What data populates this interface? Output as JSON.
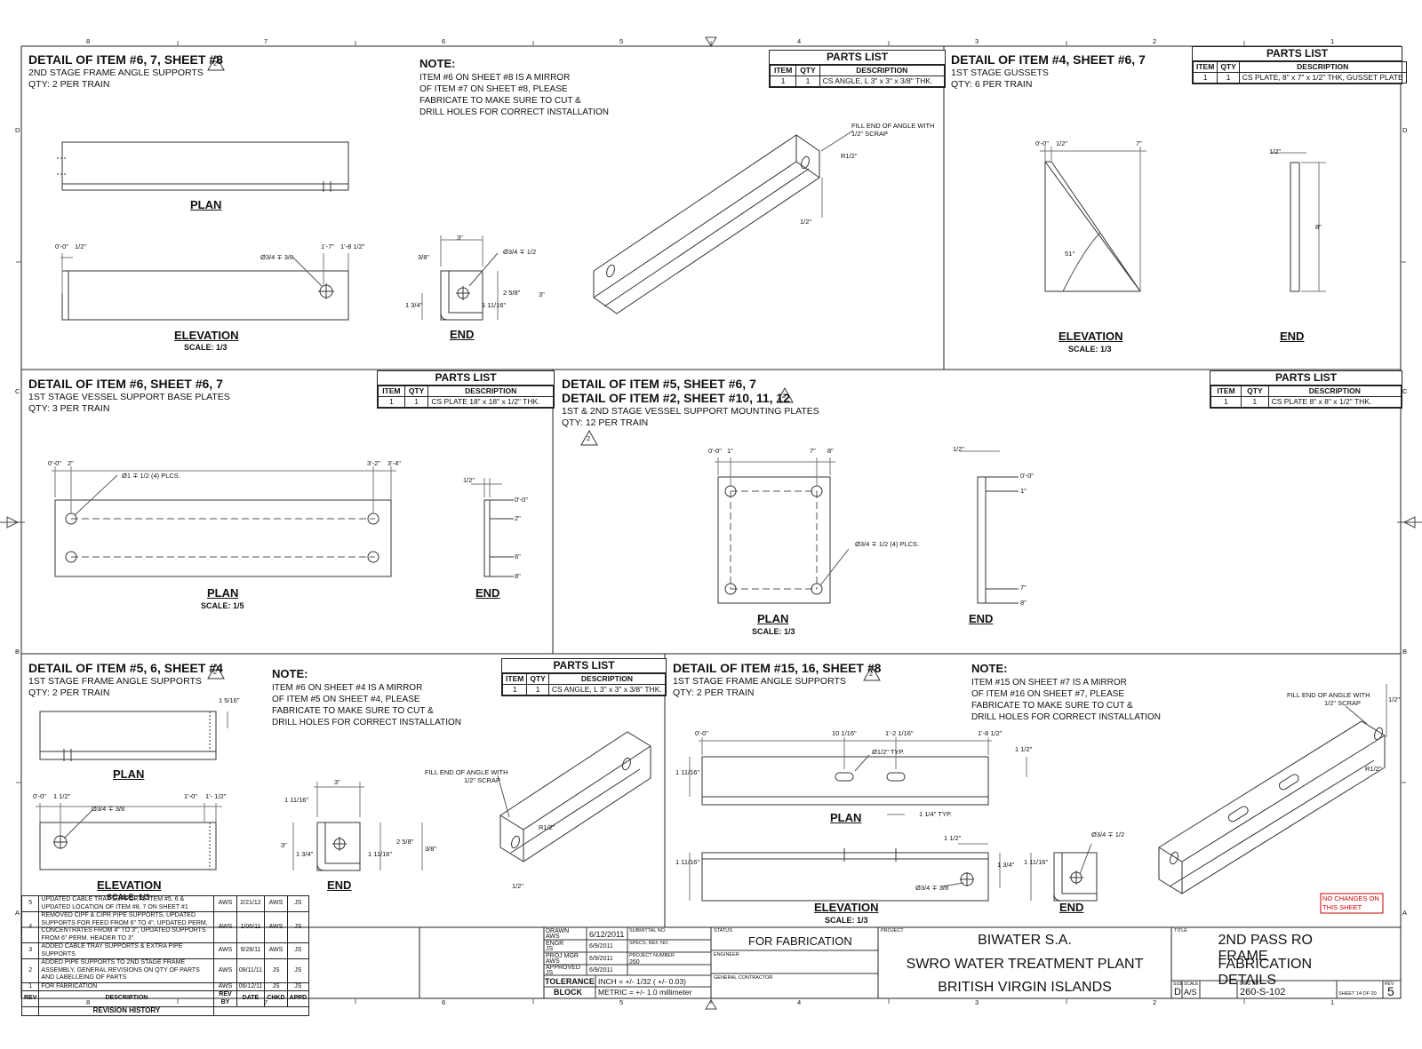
{
  "grid": {
    "top_cols": [
      "8",
      "7",
      "6",
      "5",
      "4",
      "3",
      "2",
      "1"
    ],
    "bottom_cols": [
      "8",
      "7",
      "6",
      "5",
      "4",
      "3",
      "2",
      "1"
    ],
    "rows": [
      "D",
      "C",
      "B",
      "A"
    ]
  },
  "d1": {
    "title": "DETAIL OF ITEM #6, 7, SHEET #8",
    "rev": "2",
    "line1": "2ND STAGE FRAME ANGLE SUPPORTS",
    "line2": "QTY: 2 PER TRAIN",
    "plan": "PLAN",
    "elevation": "ELEVATION",
    "scale": "SCALE: 1/3",
    "end": "END",
    "note_title": "NOTE:",
    "note": [
      "ITEM #6 ON SHEET #8 IS A MIRROR",
      "OF ITEM #7 ON SHEET #8, PLEASE",
      "FABRICATE TO MAKE SURE TO CUT &",
      "DRILL HOLES FOR CORRECT INSTALLATION"
    ],
    "parts": {
      "title": "PARTS LIST",
      "h_item": "ITEM",
      "h_qty": "QTY",
      "h_desc": "DESCRIPTION",
      "item": "1",
      "qty": "1",
      "desc": "CS ANGLE,  L 3\" x 3\" x 3/8\" THK."
    },
    "dims": {
      "a": "0'-0\"",
      "b": "1/2\"",
      "c": "1'-7\"",
      "d": "1'-8 1/2\"",
      "hole": "Ø3/4 ∓ 3/8",
      "e": "3\"",
      "f": "3/8\"",
      "g": "Ø3/4 ∓ 1/2",
      "h": "2 5/8\"",
      "i": "3\"",
      "j": "1 3/4\"",
      "k": "1 11/16\"",
      "fill": "FILL END OF ANGLE WITH",
      "fill2": "1/2\" SCRAP",
      "r": "R1/2\"",
      "t": "1/2\""
    }
  },
  "d2": {
    "title": "DETAIL OF ITEM #4, SHEET #6, 7",
    "line1": "1ST STAGE GUSSETS",
    "line2": "QTY: 6 PER TRAIN",
    "elevation": "ELEVATION",
    "scale": "SCALE: 1/3",
    "end": "END",
    "parts": {
      "title": "PARTS LIST",
      "h_item": "ITEM",
      "h_qty": "QTY",
      "h_desc": "DESCRIPTION",
      "item": "1",
      "qty": "1",
      "desc": "CS PLATE, 8\" x 7\" x 1/2\" THK, GUSSET PLATE"
    },
    "dims": {
      "a": "0'-0\"",
      "b": "1/2\"",
      "c": "7\"",
      "ang": "51°",
      "d": "1/2\"",
      "e": "8\""
    }
  },
  "d3": {
    "title": "DETAIL OF ITEM #6, SHEET #6, 7",
    "line1": "1ST STAGE VESSEL  SUPPORT BASE PLATES",
    "line2": "QTY: 3 PER TRAIN",
    "plan": "PLAN",
    "scale": "SCALE: 1/5",
    "end": "END",
    "parts": {
      "title": "PARTS LIST",
      "h_item": "ITEM",
      "h_qty": "QTY",
      "h_desc": "DESCRIPTION",
      "item": "1",
      "qty": "1",
      "desc": "CS PLATE 18\" x 18\" x 1/2\" THK."
    },
    "dims": {
      "a": "0'-0\"",
      "b": "2\"",
      "c": "3'-2\"",
      "d": "3'-4\"",
      "hole": "Ø1 ∓ 1/2 (4) PLCS.",
      "t": "1/2\"",
      "e": "0'-0\"",
      "f": "2\"",
      "g": "6\"",
      "h": "8\""
    }
  },
  "d4": {
    "title": "DETAIL OF ITEM #5, SHEET #6, 7",
    "title2": "DETAIL OF ITEM #2, SHEET #10, 11, 12",
    "rev": "2",
    "line1": "1ST & 2ND STAGE VESSEL  SUPPORT MOUNTING PLATES",
    "line2": "QTY: 12 PER TRAIN",
    "plan": "PLAN",
    "scale": "SCALE: 1/3",
    "end": "END",
    "parts": {
      "title": "PARTS LIST",
      "h_item": "ITEM",
      "h_qty": "QTY",
      "h_desc": "DESCRIPTION",
      "item": "1",
      "qty": "1",
      "desc": "CS PLATE 8\" x 8\" x 1/2\" THK."
    },
    "dims": {
      "a": "0'-0\"",
      "b": "1\"",
      "c": "7\"",
      "d": "8\"",
      "hole": "Ø3/4 ∓ 1/2 (4) PLCS.",
      "t": "1/2\"",
      "e": "0'-0\"",
      "f": "1\"",
      "g": "7\"",
      "h": "8\""
    }
  },
  "d5": {
    "title": "DETAIL OF ITEM #5, 6, SHEET #4",
    "rev": "2",
    "line1": "1ST STAGE FRAME ANGLE SUPPORTS",
    "line2": "QTY: 2 PER TRAIN",
    "plan": "PLAN",
    "elevation": "ELEVATION",
    "scale": "SCALE: 1/3",
    "end": "END",
    "note_title": "NOTE:",
    "note": [
      "ITEM #6 ON SHEET #4 IS A MIRROR",
      "OF ITEM #5 ON SHEET #4, PLEASE",
      "FABRICATE TO MAKE SURE TO CUT &",
      "DRILL HOLES FOR CORRECT INSTALLATION"
    ],
    "parts": {
      "title": "PARTS LIST",
      "h_item": "ITEM",
      "h_qty": "QTY",
      "h_desc": "DESCRIPTION",
      "item": "1",
      "qty": "1",
      "desc": "CS ANGLE,  L 3\" x 3\" x 3/8\" THK."
    },
    "dims": {
      "a": "1 5/16\"",
      "b": "0'-0\"",
      "c": "1 1/2\"",
      "d": "1'-0\"",
      "e": "1'- 1/2\"",
      "hole": "Ø3/4 ∓ 3/8",
      "f": "3\"",
      "g": "1 11/16\"",
      "h": "2 5/8\"",
      "i": "3\"",
      "j": "1 3/4\"",
      "k": "1 11/16\"",
      "l": "3/8\"",
      "fill": "FILL END OF ANGLE WITH",
      "fill2": "1/2\" SCRAP",
      "r": "R1/2\"",
      "t": "1/2\""
    }
  },
  "d6": {
    "title": "DETAIL OF ITEM #15, 16, SHEET #8",
    "rev": "2",
    "line1": "1ST STAGE FRAME ANGLE SUPPORTS",
    "line2": "QTY: 2 PER TRAIN",
    "plan": "PLAN",
    "elevation": "ELEVATION",
    "scale": "SCALE: 1/3",
    "end": "END",
    "note_title": "NOTE:",
    "note": [
      "ITEM #15 ON SHEET #7 IS A MIRROR",
      "OF ITEM #16 ON SHEET #7, PLEASE",
      "FABRICATE TO MAKE SURE TO CUT &",
      "DRILL HOLES FOR CORRECT INSTALLATION"
    ],
    "no_changes": [
      "NO CHANGES ON",
      "THIS SHEET"
    ],
    "dims": {
      "a": "0'-0\"",
      "b": "10 1/16\"",
      "c": "1'-2 1/16\"",
      "d": "1'-8 1/2\"",
      "slot": "Ø1/2\" TYP.",
      "e": "1 1/2\"",
      "f": "1 11/16\"",
      "g": "1 1/4\" TYP.",
      "h": "1 1/2\"",
      "i": "1 11/16\"",
      "j": "1 3/4\"",
      "k": "1 11/16\"",
      "hole": "Ø3/4 ∓ 3/8",
      "hole2": "Ø3/4 ∓ 1/2",
      "fill": "FILL END OF ANGLE WITH",
      "fill2": "1/2\" SCRAP",
      "t": "1/2\"",
      "r": "R1/2\""
    }
  },
  "revisions": {
    "rows": [
      {
        "rev": "5",
        "desc": "UPDATED CABLE TRAY SUPPORTS ITEM #5, 6 & UPDATED LOCATION OF ITEM #8, 7 ON SHEET #1",
        "by": "AWS",
        "date": "2/21/12",
        "chkd": "AWS",
        "appd": "JS"
      },
      {
        "rev": "4",
        "desc": "REMOVED CIPF & CIPR PIPE SUPPORTS, UPDATED SUPPORTS FOR FEED FROM 6\" TO 4\", UPDATED PERM, CONCENTRATES FROM 4\" TO 3\", UPDATED SUPPORTS FROM 6\" PERM. HEADER TO 3\"",
        "by": "AWS",
        "date": "1/06/11",
        "chkd": "AWS",
        "appd": "JS"
      },
      {
        "rev": "3",
        "desc": "ADDED CABLE TRAY SUPPORTS & EXTRA PIPE SUPPORTS",
        "by": "AWS",
        "date": "9/28/11",
        "chkd": "AWS",
        "appd": "JS"
      },
      {
        "rev": "2",
        "desc": "ADDED PIPE SUPPORTS TO 2ND STAGE FRAME ASSEMBLY, GENERAL REVISIONS ON QTY OF PARTS AND LABELLEING OF PARTS",
        "by": "AWS",
        "date": "08/11/11",
        "chkd": "JS",
        "appd": "JS"
      },
      {
        "rev": "1",
        "desc": "FOR FABRICATION",
        "by": "AWS",
        "date": "06/12/11",
        "chkd": "JS",
        "appd": "JS"
      }
    ],
    "h_rev": "REV",
    "h_desc": "DESCRIPTION",
    "h_by": "REV BY",
    "h_date": "DATE",
    "h_chkd": "CHKD",
    "h_appd": "APPD",
    "title": "REVISION HISTORY"
  },
  "title_block": {
    "drawn_l": "DRAWN",
    "drawn": "AWS",
    "drawn_date": "6/12/2011",
    "engr_l": "ENGR",
    "engr": "JS",
    "engr_date": "6/9/2011",
    "proj_l": "PROJ MGR",
    "proj": "AWS",
    "proj_date": "6/9/2011",
    "appr_l": "APPROVED",
    "appr": "JS",
    "appr_date": "6/9/2011",
    "submittal_l": "SUBMITTAL NO.",
    "specs_l": "SPECS. REF. NO.",
    "projno_l": "PROJECT NUMBER",
    "projno": "260",
    "tol_l": "TOLERANCE",
    "tol_l2": "BLOCK",
    "tol1": "INCH = +/- 1/32 ( +/- 0.03)",
    "tol2": "METRIC = +/- 1.0 millimeter",
    "status_l": "STATUS",
    "status": "FOR FABRICATION",
    "engineer_l": "ENGINEER",
    "gc_l": "GENERAL CONTRACTOR",
    "project_l": "PROJECT",
    "company": "BIWATER S.A.",
    "project": "SWRO WATER TREATMENT PLANT",
    "location": "BRITISH VIRGIN ISLANDS",
    "title_l": "TITLE",
    "title1": "2ND PASS RO FRAME",
    "title2": "FABRICATION DETAILS",
    "size_l": "SIZE",
    "size": "D",
    "scale_l": "SCALE",
    "scale": "A/S",
    "dwg_l": "DWG NO",
    "dwg": "260-S-102",
    "sheet": "SHEET 14  OF 20",
    "rev_l": "REV",
    "rev": "5"
  }
}
